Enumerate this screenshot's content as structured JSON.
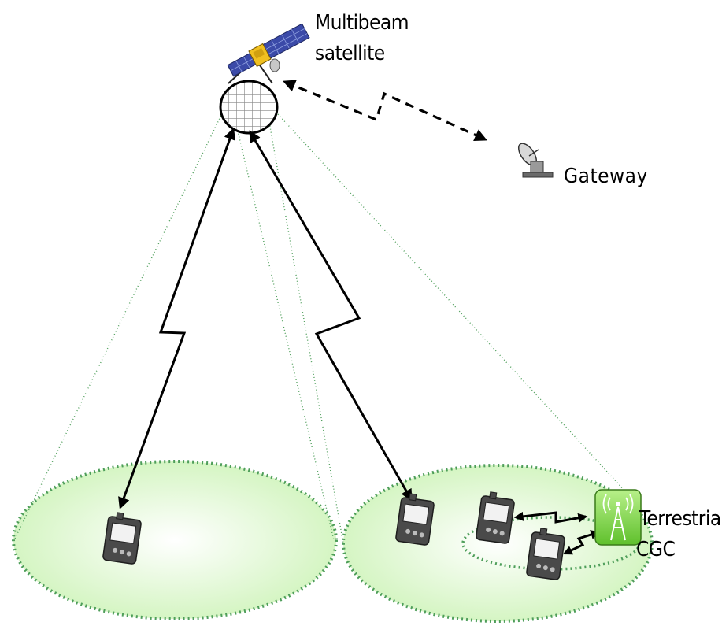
{
  "labels": {
    "satellite_line1": "Multibeam",
    "satellite_line2": "satellite",
    "gateway": "Gateway",
    "terrestrial_line1": "Terrestrial",
    "terrestrial_line2": "CGC"
  },
  "colors": {
    "beam_fill": "#e9fbdf",
    "beam_outline": "#4e9e5a",
    "link": "#000000",
    "cgc_green": "#7fd64a",
    "handset_body": "#4a4a4a",
    "handset_screen": "#f2f2f2",
    "satellite_panel": "#3b4aa8",
    "satellite_body": "#f0c020"
  },
  "icons": [
    "satellite-icon",
    "gateway-dish-icon",
    "cgc-tower-icon",
    "handset-icon"
  ]
}
